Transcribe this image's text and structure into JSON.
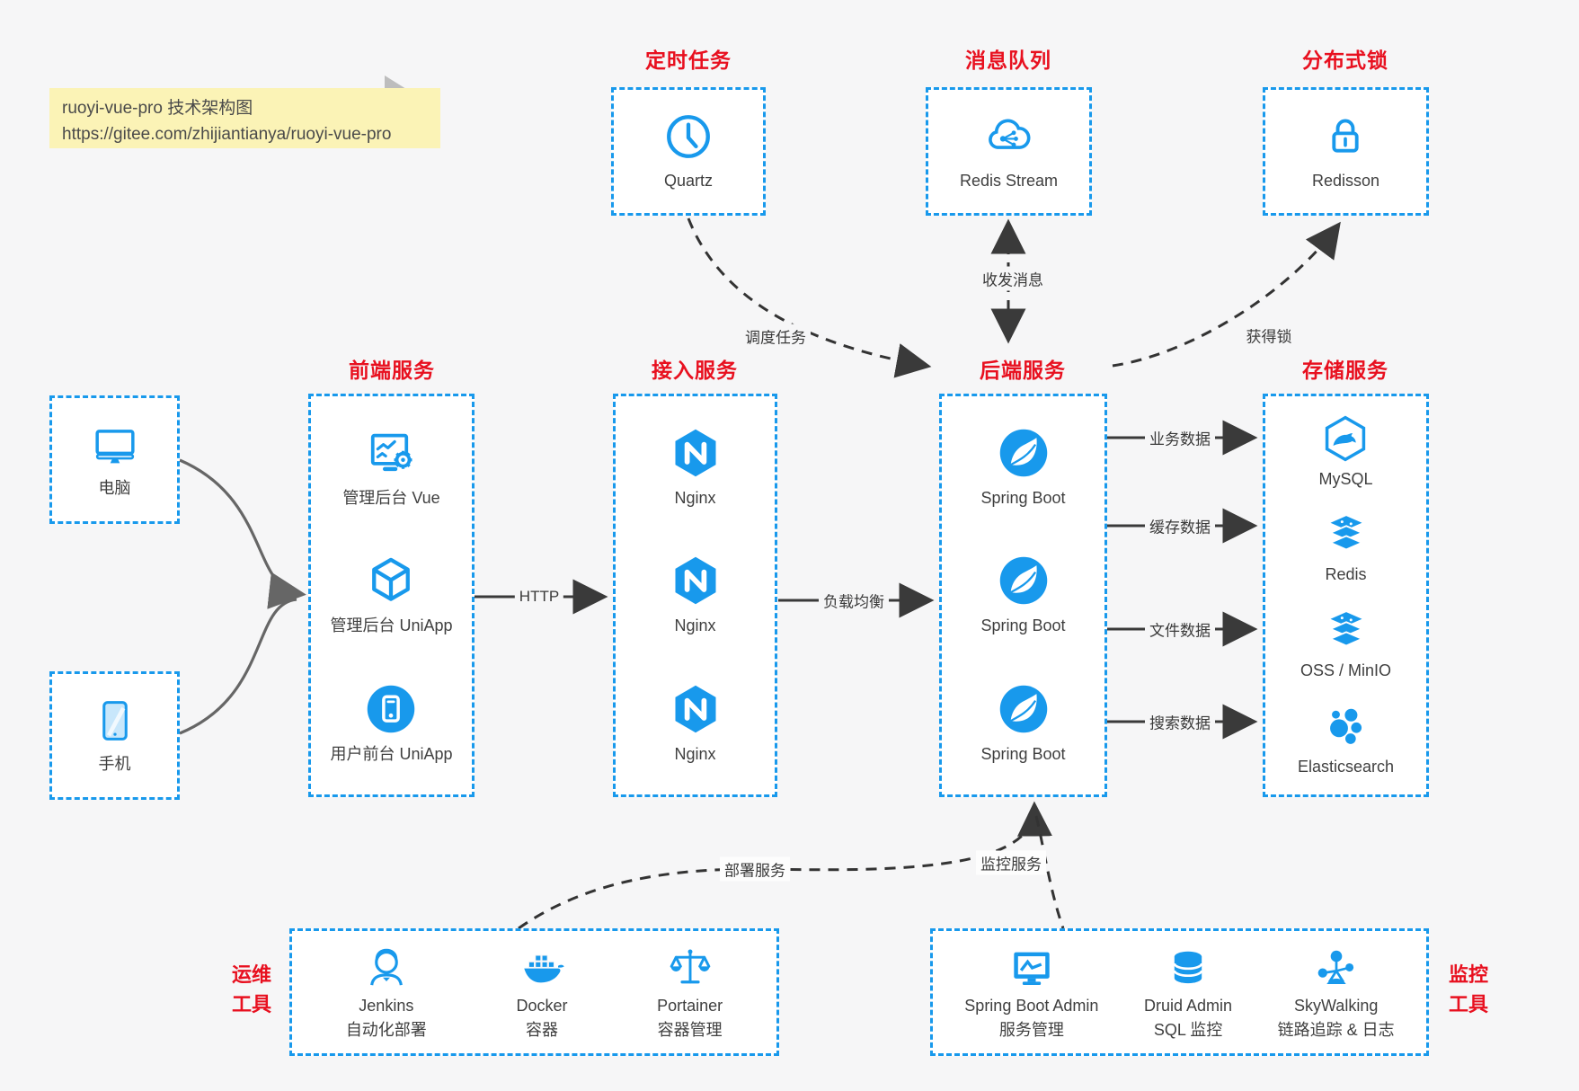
{
  "note": {
    "line1": "ruoyi-vue-pro 技术架构图",
    "line2": "https://gitee.com/zhijiantianya/ruoyi-vue-pro"
  },
  "colors": {
    "accent": "#1899ec",
    "title_red": "#e8101f",
    "note_bg": "#fbf3b6",
    "canvas_bg": "#f6f6f7"
  },
  "top_groups": {
    "scheduler": {
      "title": "定时任务",
      "item": {
        "label": "Quartz",
        "icon": "clock-icon"
      }
    },
    "mq": {
      "title": "消息队列",
      "item": {
        "label": "Redis Stream",
        "icon": "cloud-stream-icon"
      }
    },
    "lock": {
      "title": "分布式锁",
      "item": {
        "label": "Redisson",
        "icon": "lock-icon"
      }
    }
  },
  "clients": {
    "pc": {
      "label": "电脑",
      "icon": "desktop-icon"
    },
    "mobile": {
      "label": "手机",
      "icon": "smartphone-icon"
    }
  },
  "main_groups": {
    "frontend": {
      "title": "前端服务",
      "items": [
        {
          "label": "管理后台 Vue",
          "icon": "admin-vue-icon"
        },
        {
          "label": "管理后台 UniApp",
          "icon": "uniapp-cube-icon"
        },
        {
          "label": "用户前台 UniApp",
          "icon": "user-app-icon"
        }
      ]
    },
    "gateway": {
      "title": "接入服务",
      "items": [
        {
          "label": "Nginx",
          "icon": "nginx-icon"
        },
        {
          "label": "Nginx",
          "icon": "nginx-icon"
        },
        {
          "label": "Nginx",
          "icon": "nginx-icon"
        }
      ]
    },
    "backend": {
      "title": "后端服务",
      "items": [
        {
          "label": "Spring Boot",
          "icon": "spring-icon"
        },
        {
          "label": "Spring Boot",
          "icon": "spring-icon"
        },
        {
          "label": "Spring Boot",
          "icon": "spring-icon"
        }
      ]
    },
    "storage": {
      "title": "存储服务",
      "items": [
        {
          "label": "MySQL",
          "icon": "mysql-icon"
        },
        {
          "label": "Redis",
          "icon": "redis-stack-icon"
        },
        {
          "label": "OSS / MinIO",
          "icon": "storage-stack-icon"
        },
        {
          "label": "Elasticsearch",
          "icon": "elasticsearch-icon"
        }
      ]
    }
  },
  "bottom_groups": {
    "ops": {
      "side_title": [
        "运维",
        "工具"
      ],
      "items": [
        {
          "name": "Jenkins",
          "desc": "自动化部署",
          "icon": "jenkins-icon"
        },
        {
          "name": "Docker",
          "desc": "容器",
          "icon": "docker-icon"
        },
        {
          "name": "Portainer",
          "desc": "容器管理",
          "icon": "portainer-scales-icon"
        }
      ]
    },
    "monitoring": {
      "side_title": [
        "监控",
        "工具"
      ],
      "items": [
        {
          "name": "Spring Boot Admin",
          "desc": "服务管理",
          "icon": "monitor-chart-icon"
        },
        {
          "name": "Druid Admin",
          "desc": "SQL 监控",
          "icon": "database-icon"
        },
        {
          "name": "SkyWalking",
          "desc": "链路追踪 & 日志",
          "icon": "topology-icon"
        }
      ]
    }
  },
  "edges": {
    "http": "HTTP",
    "load_balance": "负载均衡",
    "schedule_task": "调度任务",
    "send_receive_message": "收发消息",
    "acquire_lock": "获得锁",
    "business_data": "业务数据",
    "cache_data": "缓存数据",
    "file_data": "文件数据",
    "search_data": "搜索数据",
    "deploy_service": "部署服务",
    "monitor_service": "监控服务"
  }
}
